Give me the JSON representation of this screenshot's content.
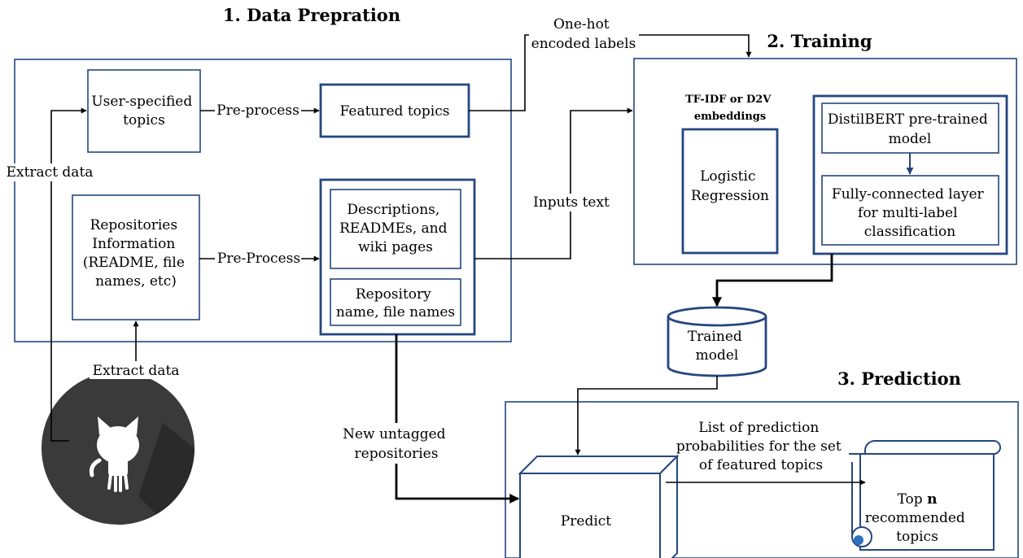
{
  "sections": {
    "data_preparation": "1. Data Prepration",
    "training": "2. Training",
    "prediction": "3. Prediction"
  },
  "preparation": {
    "user_topics": [
      "User-specified",
      "topics"
    ],
    "featured_topics": "Featured topics",
    "repo_info": [
      "Repositories",
      "Information",
      "(README, file",
      "names, etc)"
    ],
    "descriptions": [
      "Descriptions,",
      "READMEs, and",
      "wiki pages"
    ],
    "repo_names": [
      "Repository",
      "name, file names"
    ]
  },
  "training": {
    "embeddings": [
      "TF-IDF or D2V",
      "embeddings"
    ],
    "logistic": [
      "Logistic",
      "Regression"
    ],
    "distilbert": [
      "DistilBERT pre-trained",
      "model"
    ],
    "fc_layer": [
      "Fully-connected layer",
      "for multi-label",
      "classification"
    ]
  },
  "store": {
    "trained_model": [
      "Trained",
      "model"
    ]
  },
  "prediction": {
    "predict": "Predict",
    "top_n": {
      "prefix": "Top ",
      "n": "n",
      "lines": [
        "recommended",
        "topics"
      ]
    }
  },
  "edges": {
    "extract_data_top": "Extract data",
    "extract_data_bottom": "Extract data",
    "preprocess_1": "Pre-process",
    "preprocess_2": "Pre-Process",
    "one_hot": [
      "One-hot",
      "encoded labels"
    ],
    "inputs_text": "Inputs text",
    "new_untagged": [
      "New untagged",
      "repositories"
    ],
    "probabilities": [
      "List of prediction",
      "probabilities for the set",
      "of featured topics"
    ]
  },
  "colors": {
    "box_stroke": "#24477e",
    "line": "#000000",
    "logo_circle": "#3a3a3a",
    "logo_shadow": "#2a2a2a",
    "scroll_curl": "#2e6fbf"
  },
  "icons": {
    "source": "github-octocat-icon"
  }
}
